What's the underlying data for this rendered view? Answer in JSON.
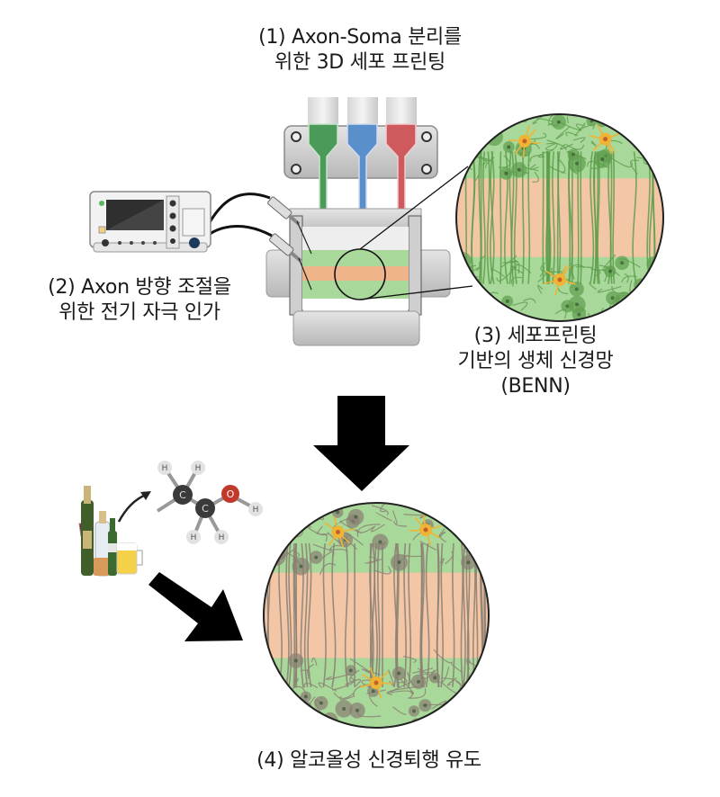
{
  "labels": {
    "step1": {
      "line1": "(1) Axon-Soma 분리를",
      "line2": "위한 3D 세포 프린팅"
    },
    "step2": {
      "line1": "(2) Axon 방향 조절을",
      "line2": "위한 전기 자극 인가"
    },
    "step3": {
      "line1": "(3) 세포프린팅",
      "line2": "기반의 생체 신경망",
      "line3": "(BENN)"
    },
    "step4": {
      "line1": "(4) 알코올성 신경퇴행 유도"
    }
  },
  "molecule": {
    "name": "ethanol",
    "atoms": {
      "carbon": "C",
      "oxygen": "O",
      "hydrogen": "H"
    }
  },
  "colors": {
    "nozzle_green": "#4c9a5a",
    "nozzle_blue": "#5b8fcc",
    "nozzle_red": "#cf5a5e",
    "layer_green": "#a8d89a",
    "layer_orange": "#f0b48a",
    "network_green": "#5f9e4e",
    "network_gray": "#8a7f73",
    "soma_bg": "#f3c6a6",
    "highlight_neuron": "#f0b434",
    "arrow": "#000000"
  },
  "icons": [
    "stimulator-device-icon",
    "printer-nozzle-icon",
    "bioreactor-chamber-icon",
    "zoom-magnifier-circle",
    "neural-network-healthy",
    "neural-network-degenerated",
    "alcohol-bottles-icon",
    "ethanol-molecule-icon",
    "down-arrow-icon",
    "diagonal-arrow-icon"
  ]
}
